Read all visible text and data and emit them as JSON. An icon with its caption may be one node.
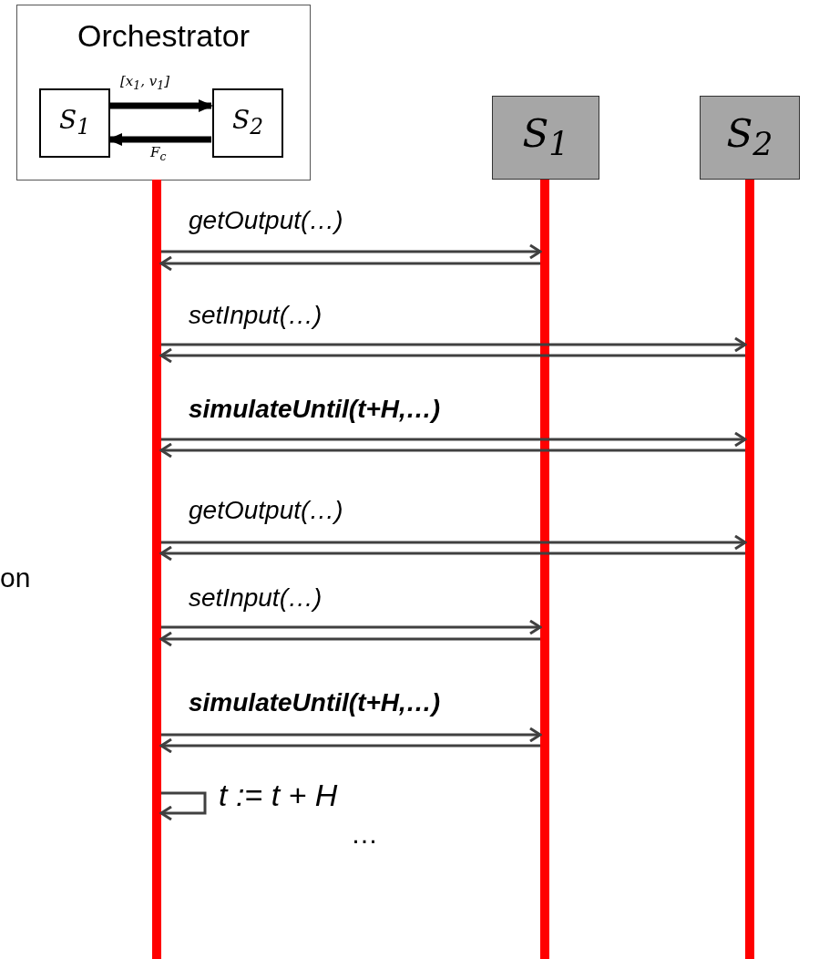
{
  "diagram": {
    "nodes": [
      {
        "text": [
          "Orchestrator"
        ]
      },
      {
        "text": [
          "S$_{1}$"
        ],
        "in": 0
      },
      {
        "text": [
          "S$_{2}$"
        ],
        "in": 0
      },
      {
        "text": [
          "S$_{1}$"
        ]
      },
      {
        "text": [
          "S$_{2}$"
        ]
      },
      {
        "text": [],
        "shape": "bar"
      },
      {
        "text": [],
        "shape": "bar"
      },
      {
        "text": [],
        "shape": "bar"
      }
    ],
    "edges": [
      {
        "from": 1,
        "to": 2,
        "arrow": "to",
        "label": "[x$_{1}$, v$_{1}$]",
        "style": "thick",
        "color": "#000000"
      },
      {
        "from": 2,
        "to": 1,
        "arrow": "to",
        "label": "F$_{c}$",
        "style": "thick",
        "color": "#000000"
      },
      {
        "from": 5,
        "to": 6,
        "arrow": "to",
        "label": "getOutput(…)"
      },
      {
        "from": 6,
        "to": 5,
        "arrow": "to"
      },
      {
        "from": 5,
        "to": 7,
        "arrow": "to",
        "label": "setInput(…)"
      },
      {
        "from": 7,
        "to": 5,
        "arrow": "to"
      },
      {
        "from": 5,
        "to": 7,
        "arrow": "to",
        "label": "**simulateUntil(t+H,…)**"
      },
      {
        "from": 7,
        "to": 5,
        "arrow": "to"
      },
      {
        "from": 5,
        "to": 7,
        "arrow": "to",
        "label": "getOutput(…)"
      },
      {
        "from": 7,
        "to": 5,
        "arrow": "to"
      },
      {
        "from": 5,
        "to": 6,
        "arrow": "to",
        "label": "setInput(…)"
      },
      {
        "from": 6,
        "to": 5,
        "arrow": "to"
      },
      {
        "from": 5,
        "to": 6,
        "arrow": "to",
        "label": "**simulateUntil(t+H,…)**"
      },
      {
        "from": 6,
        "to": 5,
        "arrow": "to"
      },
      {
        "from": 5,
        "to": 5,
        "arrow": "to",
        "label": "t := t + H"
      }
    ],
    "labels": [
      "on",
      "…"
    ]
  }
}
